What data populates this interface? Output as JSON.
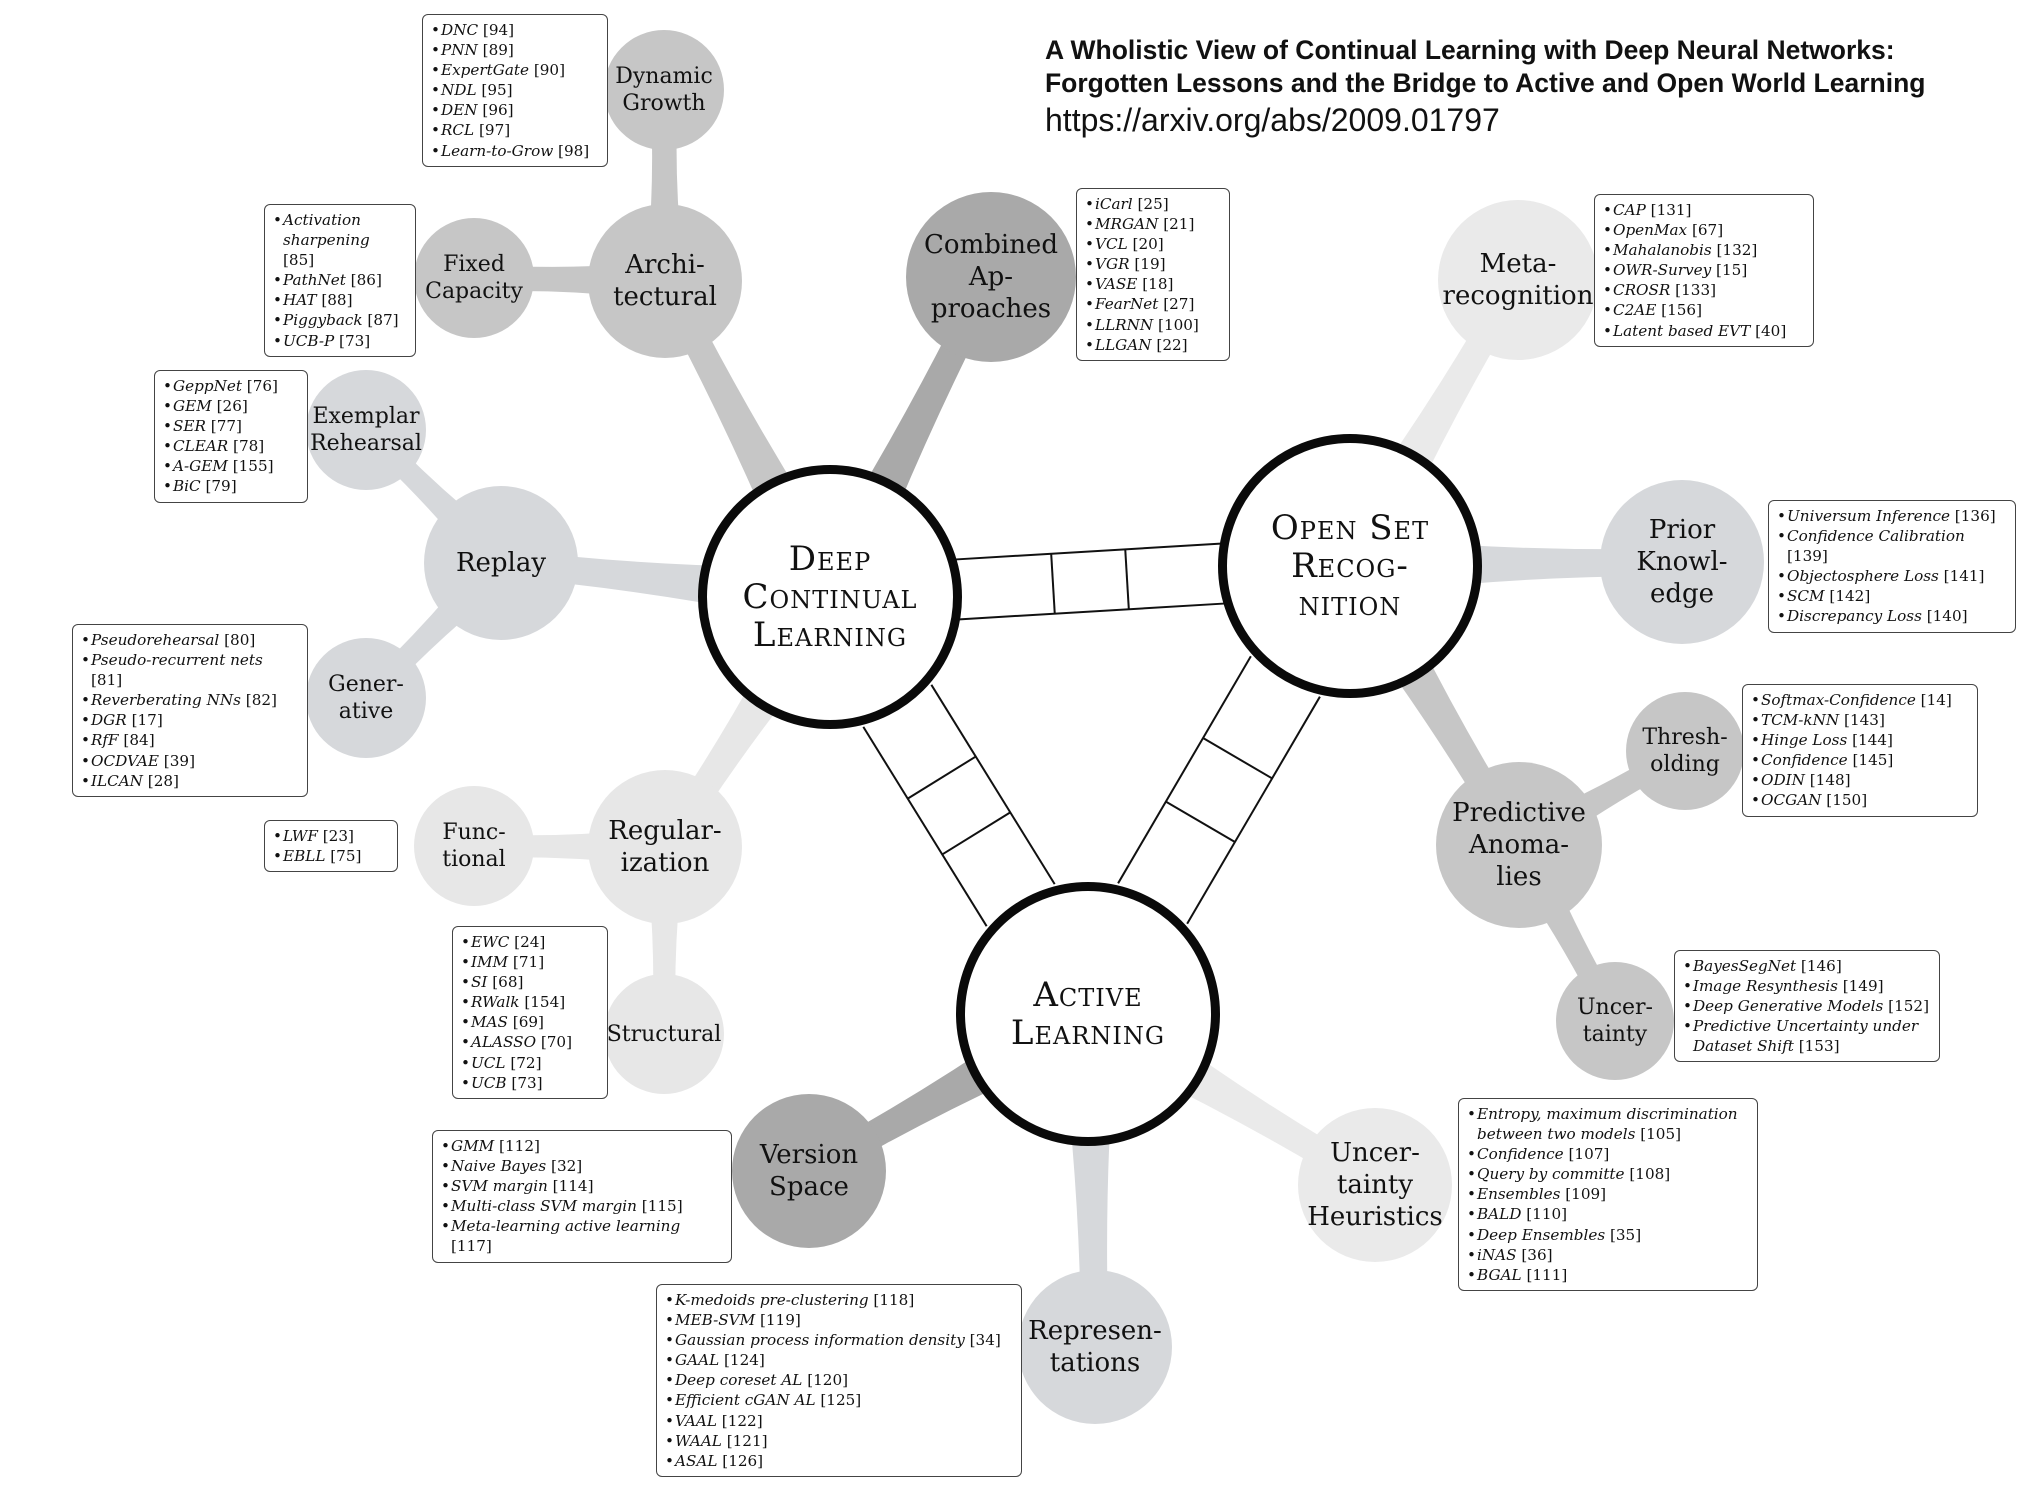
{
  "header": {
    "title_line1": "A Wholistic View of Continual Learning with Deep Neural Networks:",
    "title_line2": "Forgotten Lessons and the Bridge to Active and Open World Learning",
    "url": "https://arxiv.org/abs/2009.01797"
  },
  "colors": {
    "architectural": "#c6c6c6",
    "combined": "#a9a9a9",
    "replay": "#d6d8db",
    "regularization": "#e7e7e7",
    "open_set_light": "#eaeaea",
    "open_set_mid": "#d6d8db",
    "predictive": "#c6c6c6",
    "version_space": "#a9a9a9",
    "representations": "#d6d8db",
    "uncertainty_heuristics": "#eaeaea"
  },
  "nodes": {
    "deep_continual": "Deep\nContinual\nLearning",
    "open_set": "Open Set\nRecog-\nnition",
    "active": "Active\nLearning",
    "architectural": "Archi-\ntectural",
    "dynamic_growth": "Dynamic\nGrowth",
    "fixed_capacity": "Fixed\nCapacity",
    "combined": "Combined\nAp-\nproaches",
    "replay": "Replay",
    "exemplar": "Exemplar\nRehearsal",
    "generative": "Gener-\native",
    "regularization": "Regular-\nization",
    "functional": "Func-\ntional",
    "structural": "Structural",
    "meta_recognition": "Meta-\nrecognition",
    "prior_knowledge": "Prior\nKnowl-\nedge",
    "predictive_anomalies": "Predictive\nAnoma-\nlies",
    "thresholding": "Thresh-\nolding",
    "uncertainty": "Uncer-\ntainty",
    "version_space": "Version\nSpace",
    "representations": "Represen-\ntations",
    "uncertainty_heuristics": "Uncer-\ntainty\nHeuristics"
  },
  "refs": {
    "dynamic_growth": [
      {
        "n": "DNC",
        "r": "[94]"
      },
      {
        "n": "PNN",
        "r": "[89]"
      },
      {
        "n": "ExpertGate",
        "r": "[90]"
      },
      {
        "n": "NDL",
        "r": "[95]"
      },
      {
        "n": "DEN",
        "r": "[96]"
      },
      {
        "n": "RCL",
        "r": "[97]"
      },
      {
        "n": "Learn-to-Grow",
        "r": "[98]"
      }
    ],
    "fixed_capacity": [
      {
        "n": "Activation\nsharpening",
        "r": "[85]"
      },
      {
        "n": "PathNet",
        "r": "[86]"
      },
      {
        "n": "HAT",
        "r": "[88]"
      },
      {
        "n": "Piggyback",
        "r": "[87]"
      },
      {
        "n": "UCB-P",
        "r": "[73]"
      }
    ],
    "combined": [
      {
        "n": "iCarl",
        "r": "[25]"
      },
      {
        "n": "MRGAN",
        "r": "[21]"
      },
      {
        "n": "VCL",
        "r": "[20]"
      },
      {
        "n": "VGR",
        "r": "[19]"
      },
      {
        "n": "VASE",
        "r": "[18]"
      },
      {
        "n": "FearNet",
        "r": "[27]"
      },
      {
        "n": "LLRNN",
        "r": "[100]"
      },
      {
        "n": "LLGAN",
        "r": "[22]"
      }
    ],
    "exemplar": [
      {
        "n": "GeppNet",
        "r": "[76]"
      },
      {
        "n": "GEM",
        "r": "[26]"
      },
      {
        "n": "SER",
        "r": "[77]"
      },
      {
        "n": "CLEAR",
        "r": "[78]"
      },
      {
        "n": "A-GEM",
        "r": "[155]"
      },
      {
        "n": "BiC",
        "r": "[79]"
      }
    ],
    "generative": [
      {
        "n": "Pseudorehearsal",
        "r": "[80]"
      },
      {
        "n": "Pseudo-recurrent nets",
        "r": "[81]"
      },
      {
        "n": "Reverberating NNs",
        "r": "[82]"
      },
      {
        "n": "DGR",
        "r": "[17]"
      },
      {
        "n": "RfF",
        "r": "[84]"
      },
      {
        "n": "OCDVAE",
        "r": "[39]"
      },
      {
        "n": "ILCAN",
        "r": "[28]"
      }
    ],
    "functional": [
      {
        "n": "LWF",
        "r": "[23]"
      },
      {
        "n": "EBLL",
        "r": "[75]"
      }
    ],
    "structural": [
      {
        "n": "EWC",
        "r": "[24]"
      },
      {
        "n": "IMM",
        "r": "[71]"
      },
      {
        "n": "SI",
        "r": "[68]"
      },
      {
        "n": "RWalk",
        "r": "[154]"
      },
      {
        "n": "MAS",
        "r": "[69]"
      },
      {
        "n": "ALASSO",
        "r": "[70]"
      },
      {
        "n": "UCL",
        "r": "[72]"
      },
      {
        "n": "UCB",
        "r": "[73]"
      }
    ],
    "meta_recognition": [
      {
        "n": "CAP",
        "r": "[131]"
      },
      {
        "n": "OpenMax",
        "r": "[67]"
      },
      {
        "n": "Mahalanobis",
        "r": "[132]"
      },
      {
        "n": "OWR-Survey",
        "r": "[15]"
      },
      {
        "n": "CROSR",
        "r": "[133]"
      },
      {
        "n": "C2AE",
        "r": "[156]"
      },
      {
        "n": "Latent based EVT",
        "r": "[40]"
      }
    ],
    "prior_knowledge": [
      {
        "n": "Universum Inference",
        "r": "[136]"
      },
      {
        "n": "Confidence Calibration",
        "r": "[139]"
      },
      {
        "n": "Objectosphere Loss",
        "r": "[141]"
      },
      {
        "n": "SCM",
        "r": "[142]"
      },
      {
        "n": "Discrepancy Loss",
        "r": "[140]"
      }
    ],
    "thresholding": [
      {
        "n": "Softmax-Confidence",
        "r": "[14]"
      },
      {
        "n": "TCM-kNN",
        "r": "[143]"
      },
      {
        "n": "Hinge Loss",
        "r": "[144]"
      },
      {
        "n": "Confidence",
        "r": "[145]"
      },
      {
        "n": "ODIN",
        "r": "[148]"
      },
      {
        "n": "OCGAN",
        "r": "[150]"
      }
    ],
    "uncertainty": [
      {
        "n": "BayesSegNet",
        "r": "[146]"
      },
      {
        "n": "Image Resynthesis",
        "r": "[149]"
      },
      {
        "n": "Deep Generative Models",
        "r": "[152]"
      },
      {
        "n": "Predictive Uncertainty under\nDataset Shift",
        "r": "[153]"
      }
    ],
    "version_space": [
      {
        "n": "GMM",
        "r": "[112]"
      },
      {
        "n": "Naive Bayes",
        "r": "[32]"
      },
      {
        "n": "SVM margin",
        "r": "[114]"
      },
      {
        "n": "Multi-class SVM margin",
        "r": "[115]"
      },
      {
        "n": "Meta-learning active learning",
        "r": "[117]"
      }
    ],
    "representations": [
      {
        "n": "K-medoids pre-clustering",
        "r": "[118]"
      },
      {
        "n": "MEB-SVM",
        "r": "[119]"
      },
      {
        "n": "Gaussian process information density",
        "r": "[34]"
      },
      {
        "n": "GAAL",
        "r": "[124]"
      },
      {
        "n": "Deep coreset AL",
        "r": "[120]"
      },
      {
        "n": "Efficient cGAN AL",
        "r": "[125]"
      },
      {
        "n": "VAAL",
        "r": "[122]"
      },
      {
        "n": "WAAL",
        "r": "[121]"
      },
      {
        "n": "ASAL",
        "r": "[126]"
      }
    ],
    "uncertainty_heuristics": [
      {
        "n": "Entropy, maximum discrimination\nbetween two models",
        "r": "[105]"
      },
      {
        "n": "Confidence",
        "r": "[107]"
      },
      {
        "n": "Query by committe",
        "r": "[108]"
      },
      {
        "n": "Ensembles",
        "r": "[109]"
      },
      {
        "n": "BALD",
        "r": "[110]"
      },
      {
        "n": "Deep Ensembles",
        "r": "[35]"
      },
      {
        "n": "iNAS",
        "r": "[36]"
      },
      {
        "n": "BGAL",
        "r": "[111]"
      }
    ]
  }
}
